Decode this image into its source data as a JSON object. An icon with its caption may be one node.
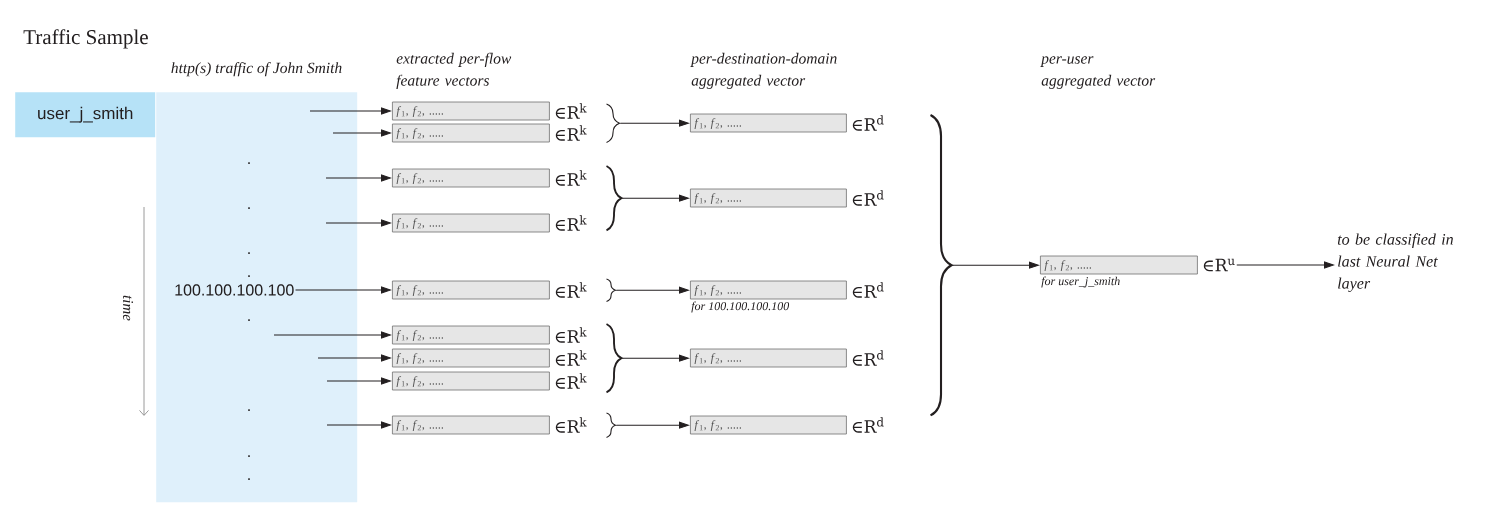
{
  "diagram": {
    "title": "Traffic Sample",
    "nodes": [
      {
        "text": [
          "user_j_smith"
        ]
      },
      {
        "text": [
          "http(s) traffic of John Smith",
          ".",
          ".",
          ".",
          ".",
          ".",
          ".",
          ".",
          "."
        ]
      },
      {
        "text": [
          "100.100.100.100"
        ],
        "in": 1
      },
      {
        "text": [
          "*f*$_{1}$, *f*$_{2}$, ....."
        ],
        "beside": [
          "∈R$^{k}$"
        ]
      },
      {
        "text": [
          "*f*$_{1}$, *f*$_{2}$, ....."
        ],
        "beside": [
          "∈R$^{k}$"
        ]
      },
      {
        "text": [
          "*f*$_{1}$, *f*$_{2}$, ....."
        ],
        "beside": [
          "∈R$^{k}$"
        ]
      },
      {
        "text": [
          "*f*$_{1}$, *f*$_{2}$, ....."
        ],
        "beside": [
          "∈R$^{k}$"
        ]
      },
      {
        "text": [
          "*f*$_{1}$, *f*$_{2}$, ....."
        ],
        "beside": [
          "∈R$^{k}$"
        ]
      },
      {
        "text": [
          "*f*$_{1}$, *f*$_{2}$, ....."
        ],
        "beside": [
          "∈R$^{k}$"
        ]
      },
      {
        "text": [
          "*f*$_{1}$, *f*$_{2}$, ....."
        ],
        "beside": [
          "∈R$^{k}$"
        ]
      },
      {
        "text": [
          "*f*$_{1}$, *f*$_{2}$, ....."
        ],
        "beside": [
          "∈R$^{k}$"
        ]
      },
      {
        "text": [
          "*f*$_{1}$, *f*$_{2}$, ....."
        ],
        "beside": [
          "∈R$^{k}$"
        ]
      },
      {
        "text": [],
        "shape": "brace"
      },
      {
        "text": [],
        "shape": "brace"
      },
      {
        "text": [],
        "shape": "brace"
      },
      {
        "text": [],
        "shape": "brace"
      },
      {
        "text": [],
        "shape": "brace"
      },
      {
        "text": [
          "*f*$_{1}$, *f*$_{2}$, ....."
        ],
        "beside": [
          "∈R$^{d}$"
        ]
      },
      {
        "text": [
          "*f*$_{1}$, *f*$_{2}$, ....."
        ],
        "beside": [
          "∈R$^{d}$"
        ]
      },
      {
        "text": [
          "*f*$_{1}$, *f*$_{2}$, ....."
        ],
        "beside": [
          "∈R$^{d}$",
          "for 100.100.100.100"
        ]
      },
      {
        "text": [
          "*f*$_{1}$, *f*$_{2}$, ....."
        ],
        "beside": [
          "∈R$^{d}$"
        ]
      },
      {
        "text": [
          "*f*$_{1}$, *f*$_{2}$, ....."
        ],
        "beside": [
          "∈R$^{d}$"
        ]
      },
      {
        "text": [],
        "shape": "brace"
      },
      {
        "text": [
          "*f*$_{1}$, *f*$_{2}$, ....."
        ],
        "beside": [
          "∈R$^{u}$",
          "for user_j_smith"
        ]
      },
      {
        "text": [
          "to be classified in last Neural Net layer"
        ]
      }
    ],
    "edges": [
      {
        "from": null,
        "to": 3,
        "arrow": "to"
      },
      {
        "from": null,
        "to": 4,
        "arrow": "to"
      },
      {
        "from": null,
        "to": 5,
        "arrow": "to"
      },
      {
        "from": null,
        "to": 6,
        "arrow": "to"
      },
      {
        "from": 2,
        "to": 7,
        "arrow": "to"
      },
      {
        "from": null,
        "to": 8,
        "arrow": "to"
      },
      {
        "from": null,
        "to": 9,
        "arrow": "to"
      },
      {
        "from": null,
        "to": 10,
        "arrow": "to"
      },
      {
        "from": null,
        "to": 11,
        "arrow": "to"
      },
      {
        "from": 12,
        "to": 17,
        "arrow": "to"
      },
      {
        "from": 13,
        "to": 18,
        "arrow": "to"
      },
      {
        "from": 14,
        "to": 19,
        "arrow": "to"
      },
      {
        "from": 15,
        "to": 20,
        "arrow": "to"
      },
      {
        "from": 16,
        "to": 21,
        "arrow": "to"
      },
      {
        "from": 22,
        "to": 23,
        "arrow": "to"
      },
      {
        "from": 23,
        "to": 24,
        "arrow": "to"
      }
    ],
    "labels": [
      "extracted per-flow feature vectors",
      "per-destination-domain aggregated vector",
      "per-user aggregated vector",
      "time"
    ]
  }
}
